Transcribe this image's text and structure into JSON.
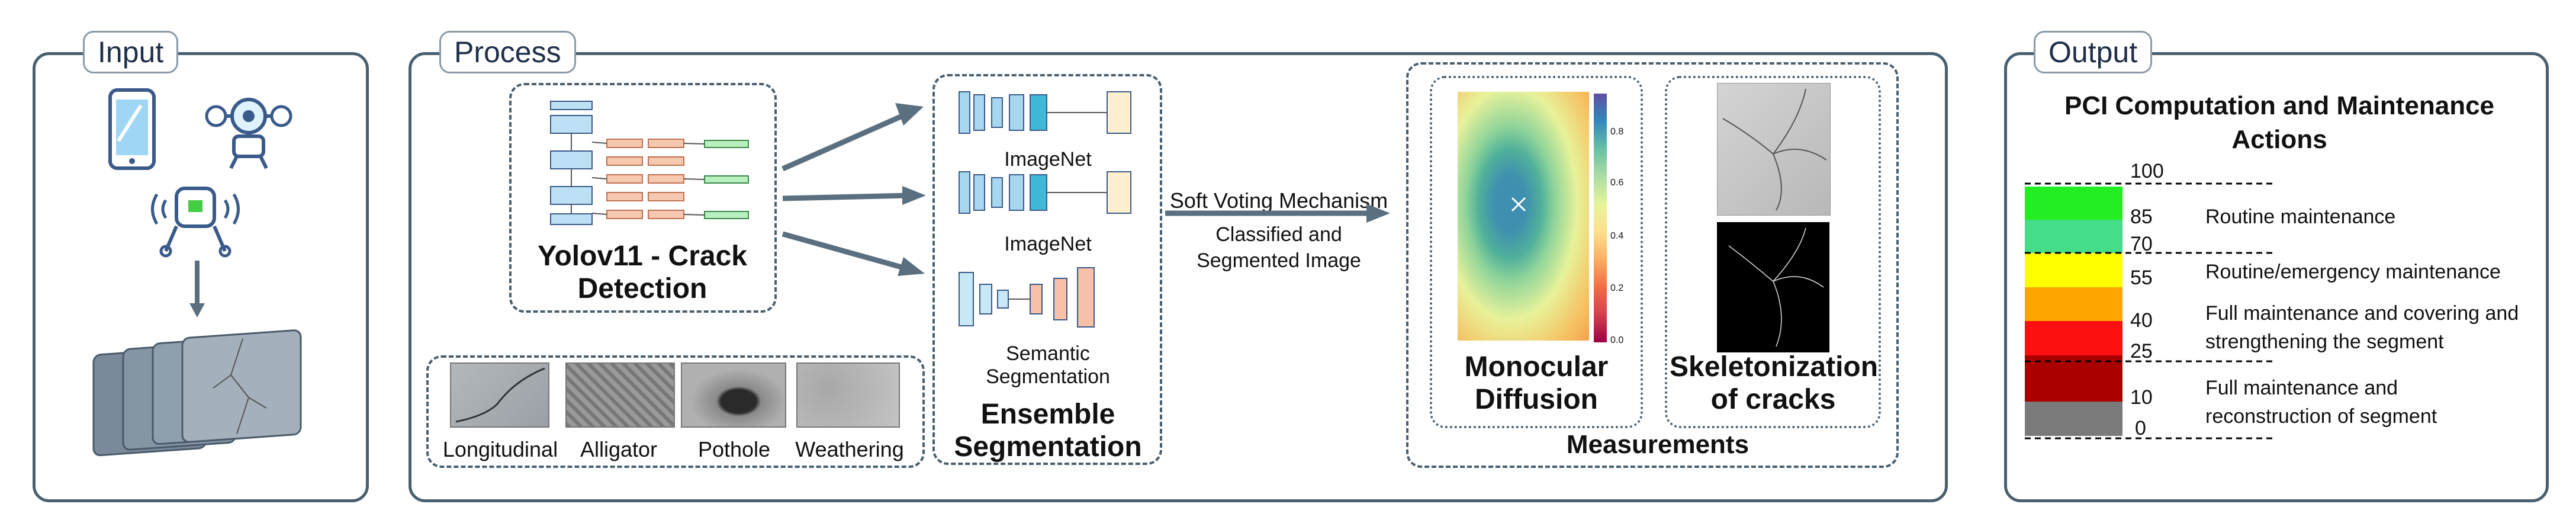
{
  "input": {
    "title": "Input"
  },
  "process": {
    "title": "Process",
    "yolo_label": "Yolov11 - Crack Detection",
    "crack_types": [
      "Longitudinal",
      "Alligator",
      "Pothole",
      "Weathering"
    ],
    "ensemble": {
      "labels": [
        "ImageNet",
        "ImageNet",
        "Semantic Segmentation"
      ],
      "title": "Ensemble Segmentation"
    },
    "voting_label": "Soft Voting Mechanism",
    "voting_sublabel": "Classified and Segmented Image",
    "monocular_label": "Monocular Diffusion",
    "colorbar_ticks": [
      "0.8",
      "0.6",
      "0.4",
      "0.2",
      "0.0"
    ],
    "skeleton_label": "Skeletonization of cracks",
    "measurements_label": "Measurements"
  },
  "output": {
    "title": "Output",
    "heading": "PCI Computation and Maintenance Actions",
    "ticks": [
      "100",
      "85",
      "70",
      "55",
      "40",
      "25",
      "10",
      "0"
    ],
    "bands": [
      {
        "color": "#22ee22"
      },
      {
        "color": "#44dd88"
      },
      {
        "color": "#ffff00"
      },
      {
        "color": "#ffa500"
      },
      {
        "color": "#ff1010"
      },
      {
        "color": "#aa0000"
      },
      {
        "color": "#7a7a7a"
      }
    ],
    "actions": [
      "Routine maintenance",
      "Routine/emergency maintenance",
      "Full maintenance and covering and strengthening the segment",
      "Full maintenance and reconstruction of segment"
    ]
  }
}
